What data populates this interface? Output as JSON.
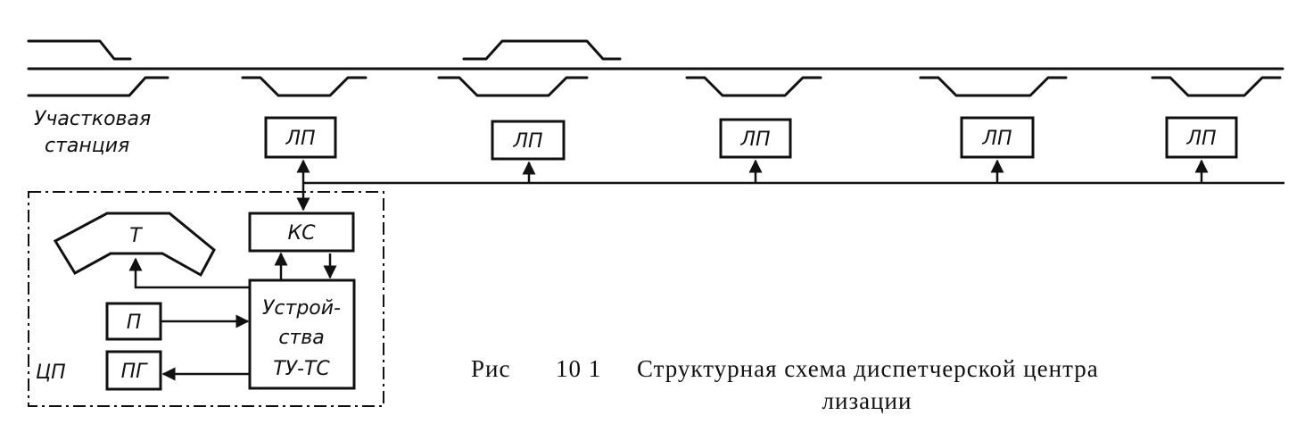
{
  "station_label": [
    "Участковая",
    "станция"
  ],
  "lp_label": "ЛП",
  "lp_count": 5,
  "ks_label": "КС",
  "t_label": "Т",
  "p_label": "П",
  "pg_label": "ПГ",
  "tu_ts_label": [
    "Устрой-",
    "ства",
    "ТУ-ТС"
  ],
  "cp_label": "ЦП",
  "caption": {
    "prefix": "Рис",
    "number": "10 1",
    "line1": "Структурная схема диспетчерской центра",
    "line2": "лизации"
  }
}
